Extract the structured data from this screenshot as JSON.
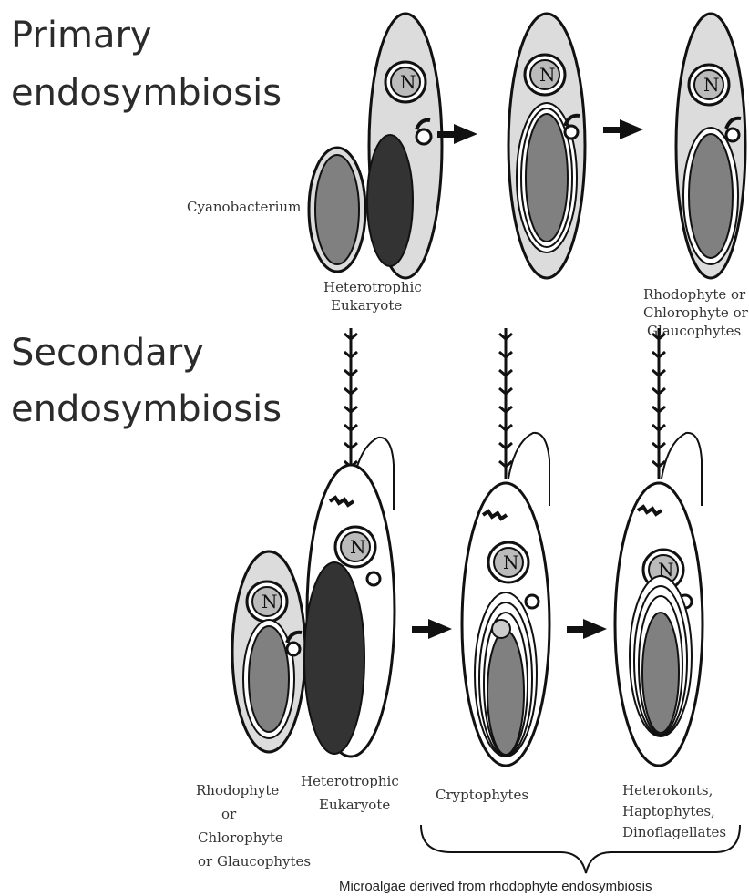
{
  "headings": {
    "primary_line1": "Primary",
    "primary_line2": "endosymbiosis",
    "secondary_line1": "Secondary",
    "secondary_line2": "endosymbiosis"
  },
  "labels": {
    "cyanobacterium": "Cyanobacterium",
    "heterotrophic_top_1": "Heterotrophic",
    "heterotrophic_top_2": "Eukaryote",
    "rhodo_top_1": "Rhodophyte or",
    "rhodo_top_2": "Chlorophyte or",
    "rhodo_top_3": "Glaucophytes",
    "rhodo_bottom_1": "Rhodophyte",
    "rhodo_bottom_2": "or",
    "rhodo_bottom_3": "Chlorophyte",
    "rhodo_bottom_4": "or Glaucophytes",
    "heterotrophic_bottom_1": "Heterotrophic",
    "heterotrophic_bottom_2": "Eukaryote",
    "cryptophytes": "Cryptophytes",
    "heterokonts_1": "Heterokonts,",
    "heterokonts_2": "Haptophytes,",
    "heterokonts_3": "Dinoflagellates",
    "nucleus_letter": "N",
    "caption": "Microalgae derived from rhodophyte endosymbiosis"
  },
  "colors": {
    "cell_fill": "#d9d9d9",
    "plastid_fill": "#808080",
    "dark_fill": "#333333",
    "outline": "#111111"
  }
}
